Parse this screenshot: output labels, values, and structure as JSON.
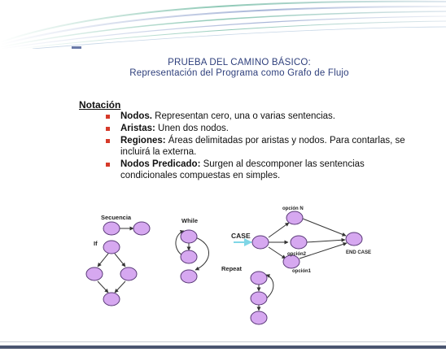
{
  "title": {
    "line1": "PRUEBA DEL CAMINO BÁSICO:",
    "line2": "Representación del Programa como Grafo de Flujo"
  },
  "notation": {
    "heading": "Notación",
    "items": [
      {
        "term": "Nodos.",
        "desc": " Representan cero, una o varias sentencias."
      },
      {
        "term": "Aristas:",
        "desc": " Unen dos nodos."
      },
      {
        "term": "Regiones:",
        "desc": " Áreas delimitadas por aristas y nodos. Para contarlas, se incluirá la externa."
      },
      {
        "term": "Nodos Predicado:",
        "desc": " Surgen al descomponer las sentencias condicionales compuestas en simples."
      }
    ]
  },
  "diagram_labels": {
    "secuencia": "Secuencia",
    "while": "While",
    "if": "If",
    "case": "CASE",
    "opcion_n": "opción N",
    "opcion2": "opción2",
    "opcion1": "opción1",
    "end_case": "END CASE",
    "repeat": "Repeat"
  },
  "colors": {
    "title": "#2e3f7c",
    "bullet": "#d63a2a",
    "node_fill": "#d6a8f0",
    "node_stroke": "#5a3a78",
    "case_arrow": "#7fd6e6"
  }
}
